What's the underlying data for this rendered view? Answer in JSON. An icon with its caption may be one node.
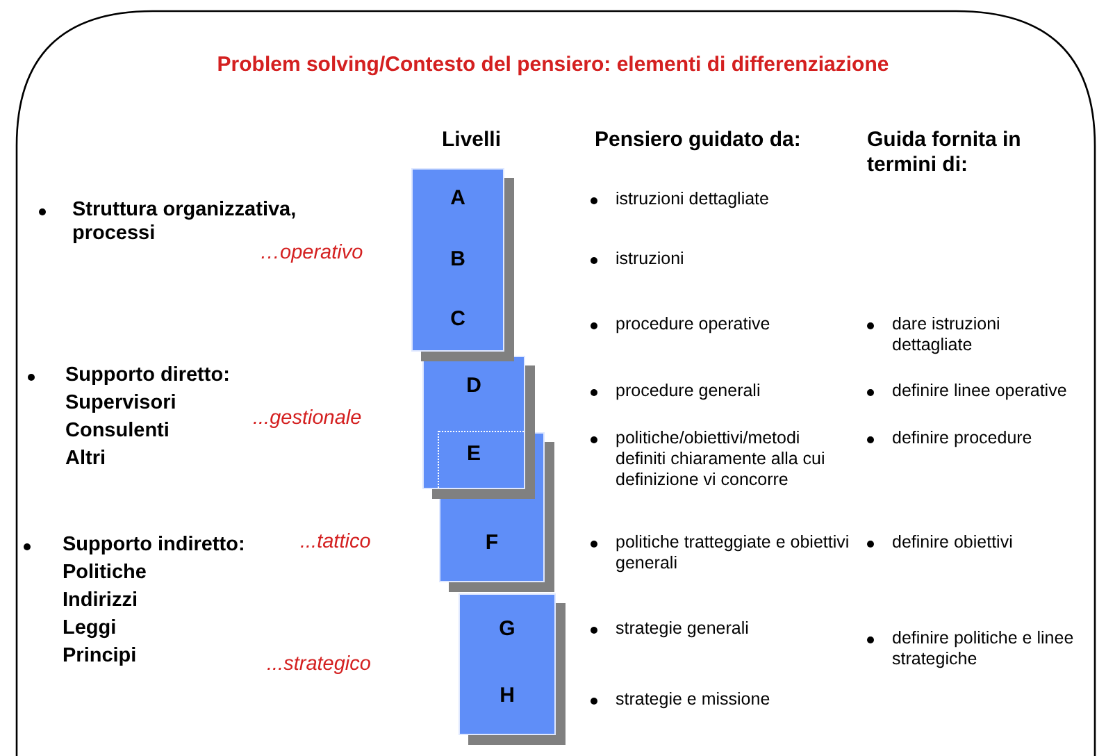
{
  "diagram": {
    "title": "Problem solving/Contesto del pensiero: elementi di differenziazione",
    "nodes": [
      {
        "text": [
          "A",
          "B",
          "C"
        ]
      },
      {
        "text": [
          "D",
          "E"
        ]
      },
      {
        "text": [
          "F"
        ]
      },
      {
        "text": [
          "G",
          "H"
        ]
      }
    ],
    "edges": [],
    "labels": [
      "Livelli",
      "Pensiero guidato da:",
      "Guida  fornita in termini di:",
      "Struttura organizzativa, processi",
      "…operativo",
      "istruzioni dettagliate",
      "istruzioni",
      "procedure operative",
      "dare istruzioni dettagliate",
      "Supporto diretto:",
      "Supervisori",
      "Consulenti",
      "Altri",
      "...gestionale",
      "procedure generali",
      "definire linee operative",
      "politiche/obiettivi/metodi definiti chiaramente alla cui definizione vi concorre",
      "definire procedure",
      "Supporto indiretto:",
      "...tattico",
      "Politiche",
      "Indirizzi",
      "Leggi",
      "Principi",
      "politiche tratteggiate e obiettivi generali",
      "definire obiettivi",
      "strategie generali",
      "definire politiche e linee strategiche",
      "...strategico",
      "strategie e missione"
    ]
  }
}
